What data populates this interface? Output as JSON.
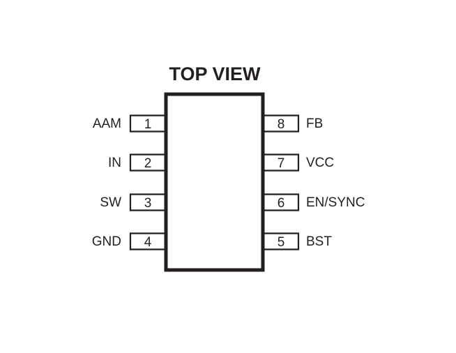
{
  "title": "TOP VIEW",
  "colors": {
    "line": "#231f20",
    "background": "#ffffff"
  },
  "pins_left": [
    {
      "number": "1",
      "name": "AAM"
    },
    {
      "number": "2",
      "name": "IN"
    },
    {
      "number": "3",
      "name": "SW"
    },
    {
      "number": "4",
      "name": "GND"
    }
  ],
  "pins_right": [
    {
      "number": "8",
      "name": "FB"
    },
    {
      "number": "7",
      "name": "VCC"
    },
    {
      "number": "6",
      "name": "EN/SYNC"
    },
    {
      "number": "5",
      "name": "BST"
    }
  ]
}
